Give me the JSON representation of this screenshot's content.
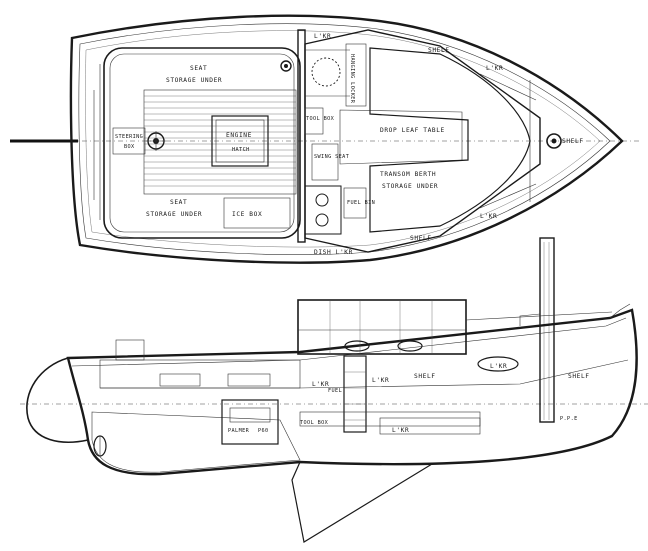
{
  "plan_view": {
    "labels": {
      "seat_top": "SEAT",
      "storage_top": "STORAGE UNDER",
      "steering": "STEERING",
      "box": "BOX",
      "engine": "ENGINE",
      "hatch": "HATCH",
      "seat_bottom": "SEAT",
      "storage_bottom": "STORAGE UNDER",
      "ice_box": "ICE BOX",
      "lkr_top": "L'KR",
      "hanging_locker": "HANGING LOCKER",
      "shelf_top": "SHELF",
      "lkr_top_right": "L'KR",
      "tool_box": "TOOL BOX",
      "drop_leaf_table": "DROP LEAF TABLE",
      "shelf_right": "SHELF",
      "swing_seat": "SWING SEAT",
      "fuel_bin": "FUEL BIN",
      "transom_berth": "TRANSOM BERTH",
      "storage_under_berth": "STORAGE UNDER",
      "lkr_bottom_right": "L'KR",
      "shelf_bottom": "SHELF",
      "dish_lkr": "DISH L'KR"
    }
  },
  "profile_view": {
    "labels": {
      "lkr_left": "L'KR",
      "lkr_mid": "L'KR",
      "shelf": "SHELF",
      "lkr_right": "L'KR",
      "shelf_far": "SHELF",
      "lkr_lower": "L'KR",
      "tool_box": "TOOL BOX",
      "palmer": "PALMER",
      "p60": "P60",
      "fuel": "FUEL",
      "pipe": "P.P.E"
    }
  }
}
